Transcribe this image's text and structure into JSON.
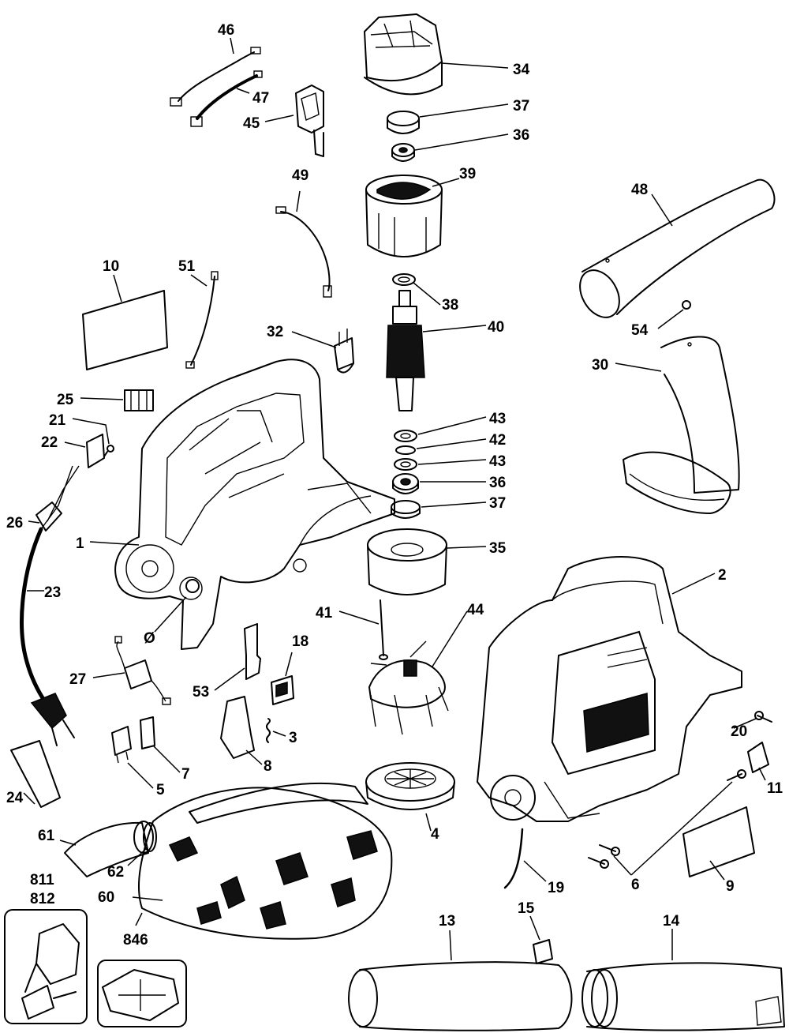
{
  "callouts": [
    {
      "id": "46",
      "label": "46"
    },
    {
      "id": "47",
      "label": "47"
    },
    {
      "id": "45",
      "label": "45"
    },
    {
      "id": "34",
      "label": "34"
    },
    {
      "id": "37a",
      "label": "37"
    },
    {
      "id": "36a",
      "label": "36"
    },
    {
      "id": "39",
      "label": "39"
    },
    {
      "id": "49",
      "label": "49"
    },
    {
      "id": "48",
      "label": "48"
    },
    {
      "id": "10",
      "label": "10"
    },
    {
      "id": "51",
      "label": "51"
    },
    {
      "id": "38",
      "label": "38"
    },
    {
      "id": "32",
      "label": "32"
    },
    {
      "id": "40",
      "label": "40"
    },
    {
      "id": "54",
      "label": "54"
    },
    {
      "id": "30",
      "label": "30"
    },
    {
      "id": "25",
      "label": "25"
    },
    {
      "id": "21",
      "label": "21"
    },
    {
      "id": "22",
      "label": "22"
    },
    {
      "id": "43a",
      "label": "43"
    },
    {
      "id": "42",
      "label": "42"
    },
    {
      "id": "43b",
      "label": "43"
    },
    {
      "id": "36b",
      "label": "36"
    },
    {
      "id": "37b",
      "label": "37"
    },
    {
      "id": "26",
      "label": "26"
    },
    {
      "id": "1",
      "label": "1"
    },
    {
      "id": "35",
      "label": "35"
    },
    {
      "id": "2",
      "label": "2"
    },
    {
      "id": "23",
      "label": "23"
    },
    {
      "id": "44",
      "label": "44"
    },
    {
      "id": "41",
      "label": "41"
    },
    {
      "id": "phi",
      "label": "Ø"
    },
    {
      "id": "18",
      "label": "18"
    },
    {
      "id": "27",
      "label": "27"
    },
    {
      "id": "53",
      "label": "53"
    },
    {
      "id": "3",
      "label": "3"
    },
    {
      "id": "20",
      "label": "20"
    },
    {
      "id": "7",
      "label": "7"
    },
    {
      "id": "8",
      "label": "8"
    },
    {
      "id": "11",
      "label": "11"
    },
    {
      "id": "5",
      "label": "5"
    },
    {
      "id": "24",
      "label": "24"
    },
    {
      "id": "4",
      "label": "4"
    },
    {
      "id": "61",
      "label": "61"
    },
    {
      "id": "62",
      "label": "62"
    },
    {
      "id": "6",
      "label": "6"
    },
    {
      "id": "9",
      "label": "9"
    },
    {
      "id": "19",
      "label": "19"
    },
    {
      "id": "811",
      "label": "811"
    },
    {
      "id": "812",
      "label": "812"
    },
    {
      "id": "60",
      "label": "60"
    },
    {
      "id": "15",
      "label": "15"
    },
    {
      "id": "13",
      "label": "13"
    },
    {
      "id": "14",
      "label": "14"
    },
    {
      "id": "846",
      "label": "846"
    }
  ]
}
